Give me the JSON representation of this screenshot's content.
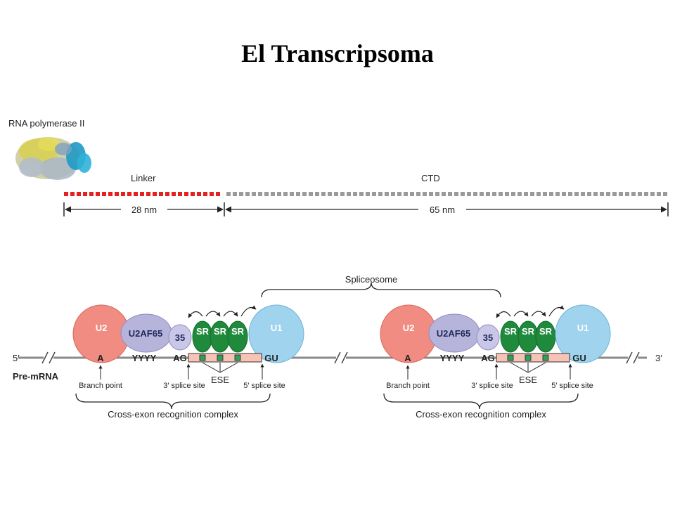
{
  "title": "El Transcripsoma",
  "top": {
    "polymerase_label": "RNA polymerase II",
    "linker_label": "Linker",
    "ctd_label": "CTD",
    "linker_length": "28 nm",
    "ctd_length": "65 nm",
    "colors": {
      "linker": "#e81f1f",
      "ctd": "#9a9a9a"
    }
  },
  "bottom": {
    "spliceosome_label": "Spliceosome",
    "five_prime": "5′",
    "three_prime": "3′",
    "premrna_label": "Pre-mRNA",
    "units": [
      {
        "u2": "U2",
        "u2af65": "U2AF65",
        "u2af35": "35",
        "sr": [
          "SR",
          "SR",
          "SR"
        ],
        "u1": "U1",
        "branch_nt": "A",
        "ppt": "YYYY",
        "ag": "AG",
        "gu": "GU",
        "branch_point": "Branch point",
        "splice3": "3′ splice site",
        "ese": "ESE",
        "splice5": "5′ splice site",
        "complex": "Cross-exon recognition complex"
      },
      {
        "u2": "U2",
        "u2af65": "U2AF65",
        "u2af35": "35",
        "sr": [
          "SR",
          "SR",
          "SR"
        ],
        "u1": "U1",
        "branch_nt": "A",
        "ppt": "YYYY",
        "ag": "AG",
        "gu": "GU",
        "branch_point": "Branch point",
        "splice3": "3′ splice site",
        "ese": "ESE",
        "splice5": "5′ splice site",
        "complex": "Cross-exon recognition complex"
      }
    ],
    "colors": {
      "u2": "#f08c82",
      "u2af": "#b7b4dc",
      "sr": "#1f8a3c",
      "u1": "#9fd3ee",
      "exon": "#f6c3b4",
      "ese": "#2fa05a",
      "rna": "#8a8a8a"
    }
  }
}
